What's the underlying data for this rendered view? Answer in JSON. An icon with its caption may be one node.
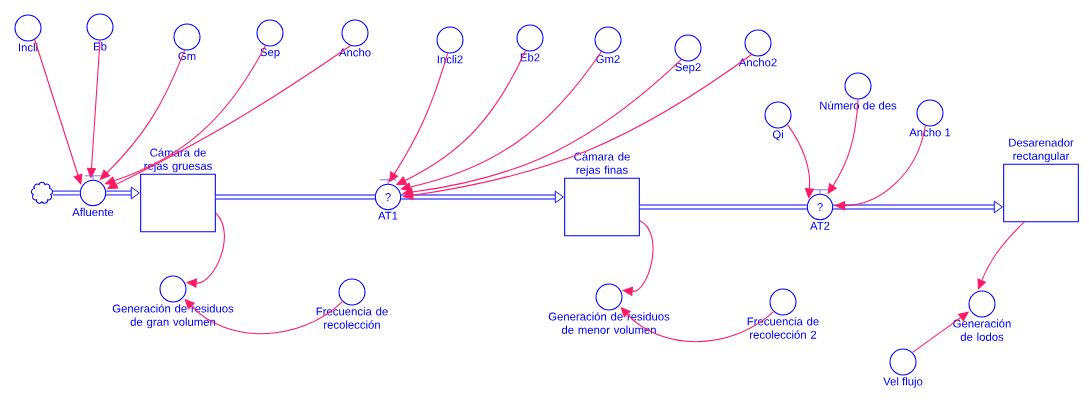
{
  "diagram": {
    "nodes": [
      {
        "text": [],
        "shape": "cloud"
      },
      {
        "text": [
          "Afluente"
        ]
      },
      {
        "text": [
          "Cámara de rejas gruesas"
        ]
      },
      {
        "text": [
          "?",
          "AT1"
        ]
      },
      {
        "text": [
          "Cámara de rejas finas"
        ]
      },
      {
        "text": [
          "?",
          "AT2"
        ]
      },
      {
        "text": [
          "Desarenador rectangular"
        ]
      },
      {
        "text": [
          "Incli"
        ]
      },
      {
        "text": [
          "Eb"
        ]
      },
      {
        "text": [
          "Gm"
        ]
      },
      {
        "text": [
          "Sep"
        ]
      },
      {
        "text": [
          "Ancho"
        ]
      },
      {
        "text": [
          "Incli2"
        ]
      },
      {
        "text": [
          "Eb2"
        ]
      },
      {
        "text": [
          "Gm2"
        ]
      },
      {
        "text": [
          "Sep2"
        ]
      },
      {
        "text": [
          "Ancho2"
        ]
      },
      {
        "text": [
          "Qi"
        ]
      },
      {
        "text": [
          "Número de des"
        ]
      },
      {
        "text": [
          "Ancho 1"
        ]
      },
      {
        "text": [
          "Generación de residuos de gran volumen"
        ]
      },
      {
        "text": [
          "Frecuencia de recolección"
        ]
      },
      {
        "text": [
          "Generación de residuos de menor volumen"
        ]
      },
      {
        "text": [
          "Frecuencia de recolección 2"
        ]
      },
      {
        "text": [
          "Generación de lodos"
        ]
      },
      {
        "text": [
          "Vel flujo"
        ]
      }
    ],
    "edges": [
      {
        "from": 0,
        "to": 1,
        "arrow": "none",
        "style": "thick",
        "color": "#0000ff"
      },
      {
        "from": 1,
        "to": 2,
        "arrow": "to",
        "style": "thick",
        "color": "#0000ff"
      },
      {
        "from": 2,
        "to": 3,
        "arrow": "none",
        "style": "thick",
        "color": "#0000ff"
      },
      {
        "from": 3,
        "to": 4,
        "arrow": "to",
        "style": "thick",
        "color": "#0000ff"
      },
      {
        "from": 4,
        "to": 5,
        "arrow": "none",
        "style": "thick",
        "color": "#0000ff"
      },
      {
        "from": 5,
        "to": 6,
        "arrow": "to",
        "style": "thick",
        "color": "#0000ff"
      },
      {
        "from": 7,
        "to": 1,
        "arrow": "to"
      },
      {
        "from": 8,
        "to": 1,
        "arrow": "to"
      },
      {
        "from": 9,
        "to": 1,
        "arrow": "to"
      },
      {
        "from": 10,
        "to": 1,
        "arrow": "to"
      },
      {
        "from": 11,
        "to": 1,
        "arrow": "to"
      },
      {
        "from": 12,
        "to": 3,
        "arrow": "to"
      },
      {
        "from": 13,
        "to": 3,
        "arrow": "to"
      },
      {
        "from": 14,
        "to": 3,
        "arrow": "to"
      },
      {
        "from": 15,
        "to": 3,
        "arrow": "to"
      },
      {
        "from": 16,
        "to": 3,
        "arrow": "to"
      },
      {
        "from": 17,
        "to": 5,
        "arrow": "to"
      },
      {
        "from": 18,
        "to": 5,
        "arrow": "to"
      },
      {
        "from": 19,
        "to": 5,
        "arrow": "to"
      },
      {
        "from": 2,
        "to": 20,
        "arrow": "to"
      },
      {
        "from": 21,
        "to": 20,
        "arrow": "to"
      },
      {
        "from": 4,
        "to": 22,
        "arrow": "to"
      },
      {
        "from": 23,
        "to": 22,
        "arrow": "to"
      },
      {
        "from": 6,
        "to": 24,
        "arrow": "to"
      },
      {
        "from": 25,
        "to": 24,
        "arrow": "to"
      }
    ]
  }
}
